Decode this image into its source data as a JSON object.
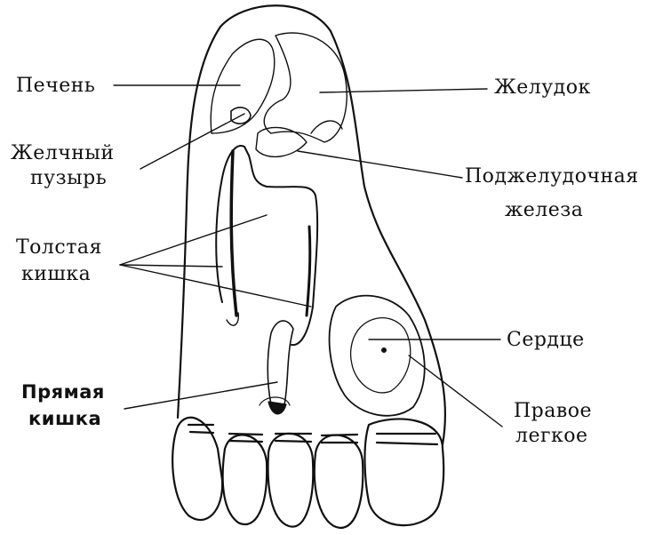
{
  "labels": {
    "liver": "Печень",
    "gallbladder_1": "Желчный",
    "gallbladder_2": "пузырь",
    "colon_1": "Толстая",
    "colon_2": "кишка",
    "rectum_1": "Прямая",
    "rectum_2": "кишка",
    "stomach": "Желудок",
    "pancreas_1": "Поджелудочная",
    "pancreas_2": "железа",
    "heart": "Сердце",
    "lung_1": "Правое",
    "lung_2": "легкое"
  },
  "colors": {
    "ink": "#111111",
    "background": "#ffffff"
  }
}
